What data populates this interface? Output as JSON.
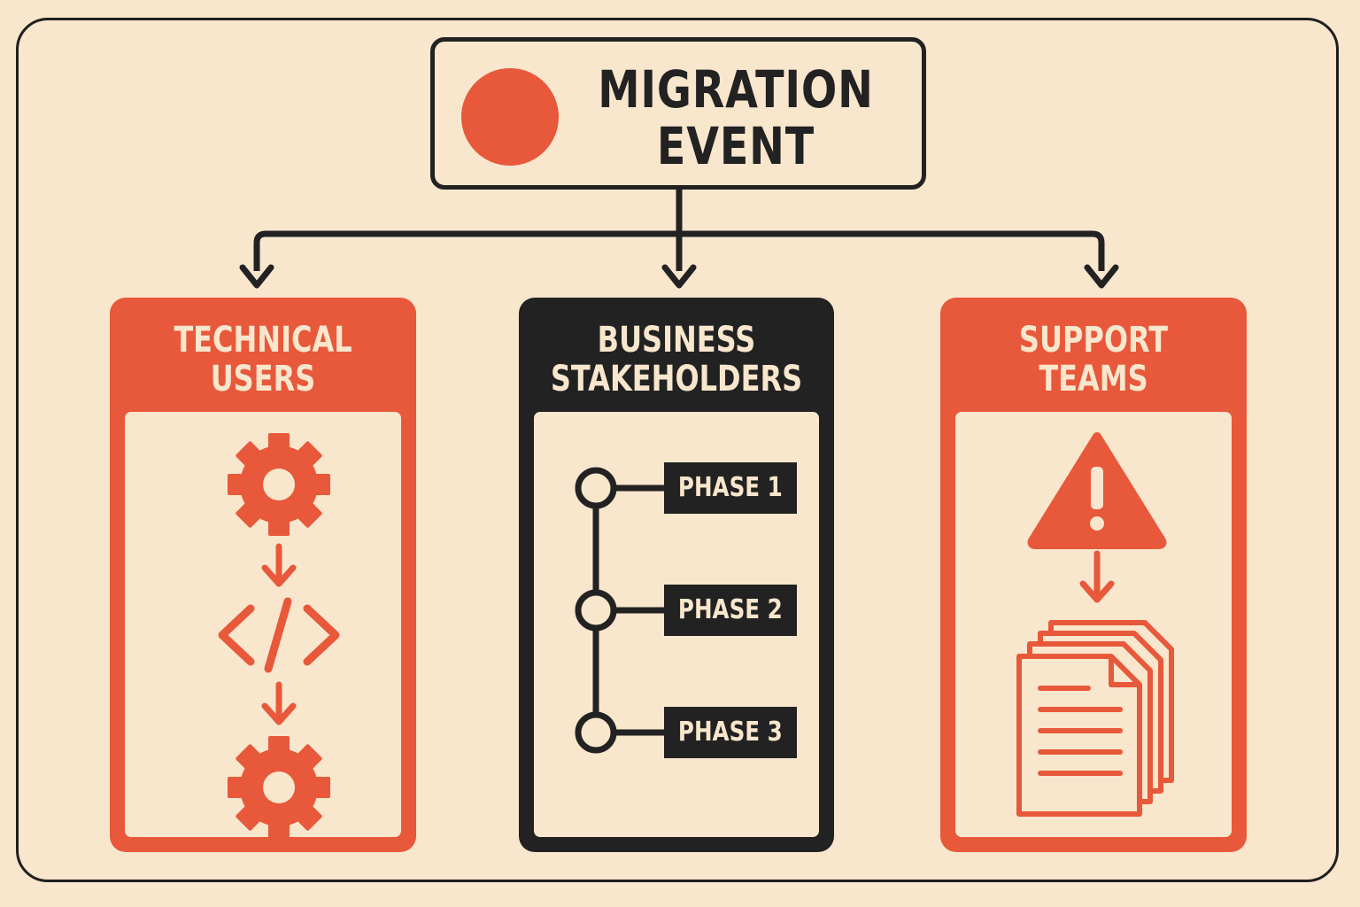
{
  "colors": {
    "background": "#f8e6cd",
    "accent": "#e8583a",
    "dark": "#222222"
  },
  "title": {
    "line1": "MIGRATION",
    "line2": "EVENT",
    "icon": "orange-dot"
  },
  "panels": [
    {
      "id": "technical",
      "title_line1": "TECHNICAL",
      "title_line2": "USERS",
      "icons": [
        "gear-icon",
        "arrow-down-icon",
        "code-brackets-icon",
        "arrow-down-icon",
        "gear-icon"
      ]
    },
    {
      "id": "business",
      "title_line1": "BUSINESS",
      "title_line2": "STAKEHOLDERS",
      "phases": [
        "PHASE 1",
        "PHASE 2",
        "PHASE 3"
      ]
    },
    {
      "id": "support",
      "title_line1": "SUPPORT",
      "title_line2": "TEAMS",
      "icons": [
        "warning-icon",
        "arrow-down-icon",
        "documents-icon"
      ]
    }
  ]
}
